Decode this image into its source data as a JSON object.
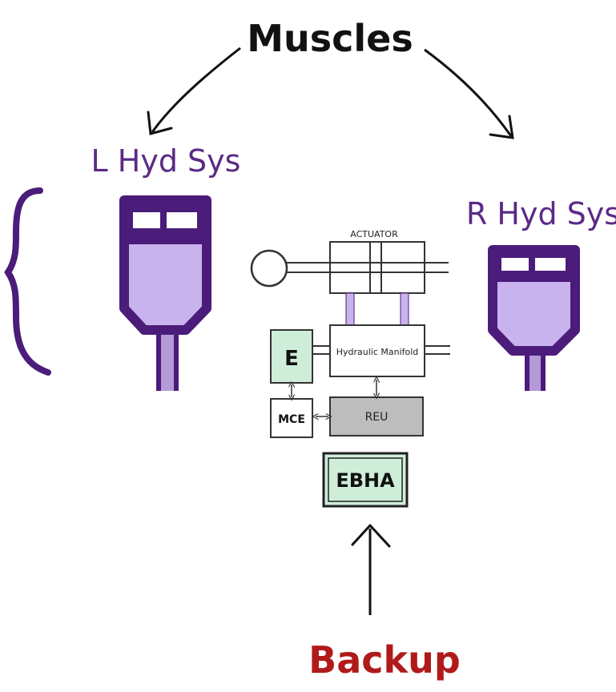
{
  "title": "Muscles",
  "left_system": {
    "label": "L Hyd Sys"
  },
  "right_system": {
    "label": "R Hyd Sys"
  },
  "actuator_label": "ACTUATOR",
  "manifold_label": "Hydraulic Manifold",
  "e_label": "E",
  "mce_label": "MCE",
  "reu_label": "REU",
  "ebha_label": "EBHA",
  "backup_label": "Backup",
  "colors": {
    "hydraulic_purple": "#4b1c7a",
    "fluid_lavender": "#c9b3ee",
    "pipe_lavender": "#b59ad8",
    "electric_green": "#cfeeda",
    "reu_gray": "#bdbdbd",
    "backup_red": "#b11a1a",
    "label_purple": "#5b2a86"
  }
}
